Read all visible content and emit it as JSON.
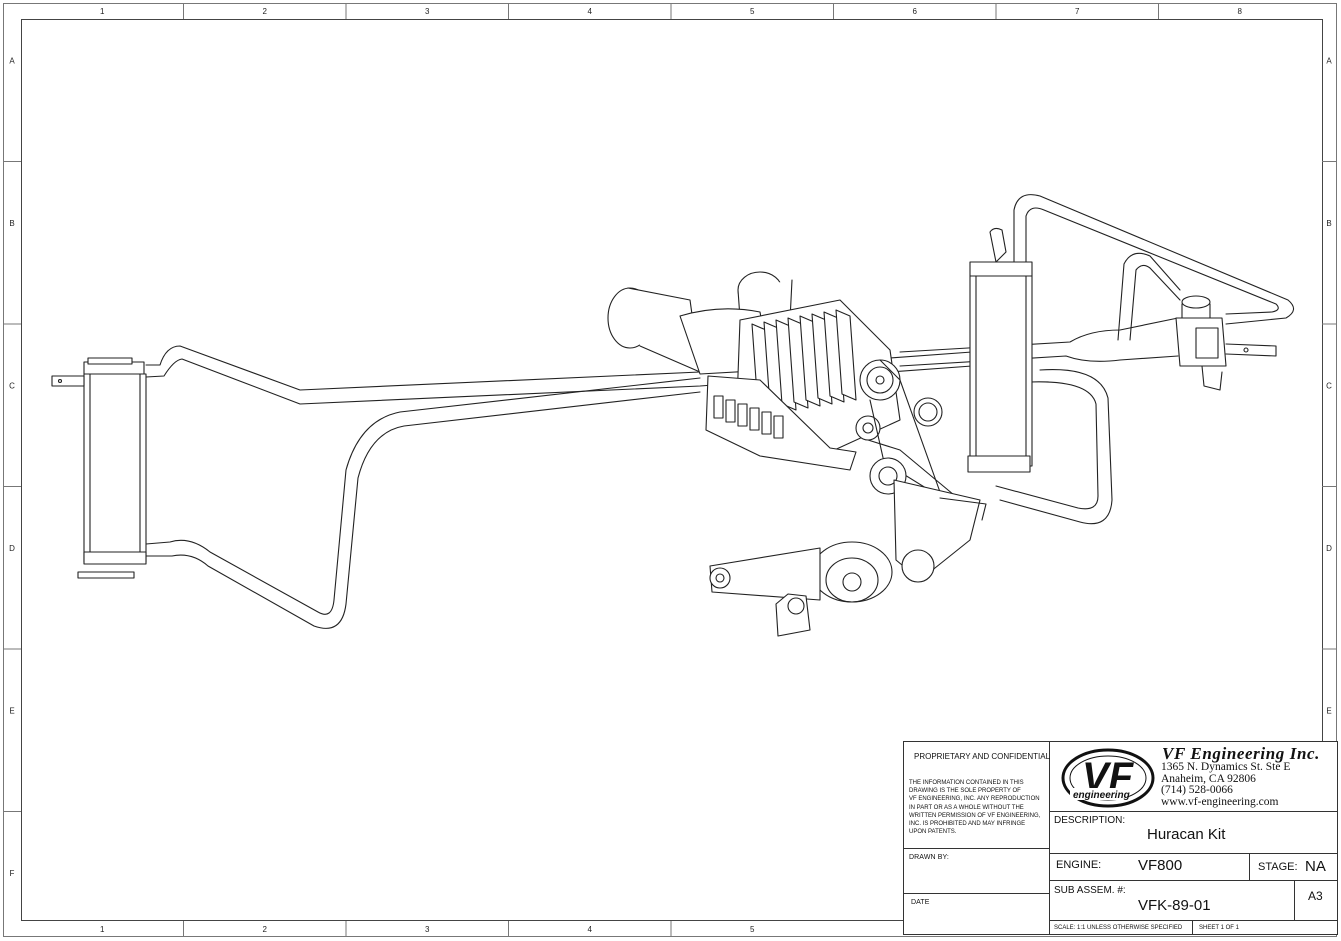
{
  "border": {
    "columns": [
      "1",
      "2",
      "3",
      "4",
      "5",
      "6",
      "7",
      "8"
    ],
    "bottom_columns": [
      "1",
      "2",
      "3",
      "4",
      "5"
    ],
    "rows": [
      "A",
      "B",
      "C",
      "D",
      "E",
      "F"
    ]
  },
  "title_block": {
    "proprietary_heading": "PROPRIETARY AND CONFIDENTIAL",
    "proprietary_text": [
      "THE INFORMATION CONTAINED IN THIS",
      "DRAWING IS THE SOLE PROPERTY OF",
      "VF ENGINEERING, INC.  ANY REPRODUCTION",
      "IN PART OR AS A WHOLE WITHOUT THE",
      "WRITTEN PERMISSION OF VF ENGINEERING,",
      "INC. IS PROHIBITED AND MAY INFRINGE",
      "UPON PATENTS."
    ],
    "drawn_by_label": "DRAWN BY:",
    "date_label": "DATE",
    "logo_text": "VF",
    "logo_subtext": "engineering",
    "company_name": "VF Engineering Inc.",
    "address_lines": [
      "1365 N. Dynamics St. Ste E",
      "Anaheim, CA 92806",
      "(714) 528-0066",
      "www.vf-engineering.com"
    ],
    "description_label": "DESCRIPTION:",
    "description_value": "Huracan Kit",
    "engine_label": "ENGINE:",
    "engine_value": "VF800",
    "stage_label": "STAGE:",
    "stage_value": "NA",
    "sub_assem_label": "SUB ASSEM. #:",
    "sub_assem_value": "VFK-89-01",
    "sheet_size": "A3",
    "scale_text": "SCALE: 1:1  UNLESS OTHERWISE SPECIFIED",
    "sheet_text": "SHEET 1 OF 1"
  }
}
